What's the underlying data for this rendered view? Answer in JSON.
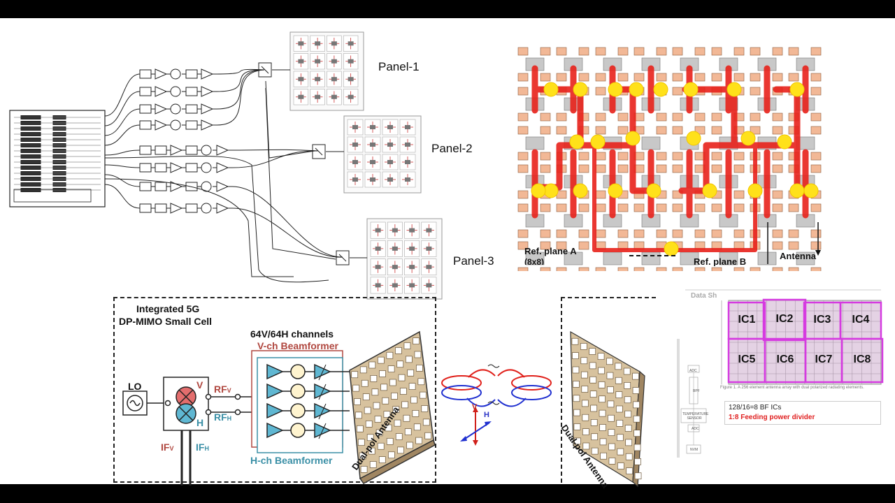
{
  "panels": {
    "labels": [
      "Panel-1",
      "Panel-2",
      "Panel-3"
    ]
  },
  "feed_network": {
    "ref_plane_a": "Ref. plane A",
    "ref_plane_a_sub": "(8x8)",
    "ref_plane_b": "Ref. plane B",
    "antenna": "Antenna"
  },
  "small_cell": {
    "title_line1": "Integrated 5G",
    "title_line2": "DP-MIMO Small Cell",
    "channels": "64V/64H channels",
    "v_beamformer": "V-ch Beamformer",
    "h_beamformer": "H-ch Beamformer",
    "lo": "LO",
    "v": "V",
    "h": "H",
    "rf": "RF",
    "rf_v_sub": "V",
    "rf_h_sub": "H",
    "if": "IF",
    "if_v_sub": "V",
    "if_h_sub": "H",
    "antenna_label": "Dual-pol Antenna",
    "pol_v": "V",
    "pol_h": "H",
    "colors": {
      "v_channel": "#b0473f",
      "h_channel": "#3a8fa6",
      "pink": "#e36d6d",
      "cyan": "#5fb7d2"
    }
  },
  "remote": {
    "antenna_label": "Dual-pol Antenna"
  },
  "datasheet": {
    "header": "Data Sh",
    "ics": [
      "IC1",
      "IC2",
      "IC3",
      "IC4",
      "IC5",
      "IC6",
      "IC7",
      "IC8"
    ],
    "caption": "Figure 1. A 256 element antenna array with dual polarized radiating elements.",
    "bf_ics": "128/16=8 BF ICs",
    "divider": "1:8 Feeding power divider",
    "adc1": "ADC",
    "bpf": "BPF",
    "temp": "TEMPERATURE SENSOR",
    "adc2": "ADC",
    "nvm": "NVM"
  }
}
